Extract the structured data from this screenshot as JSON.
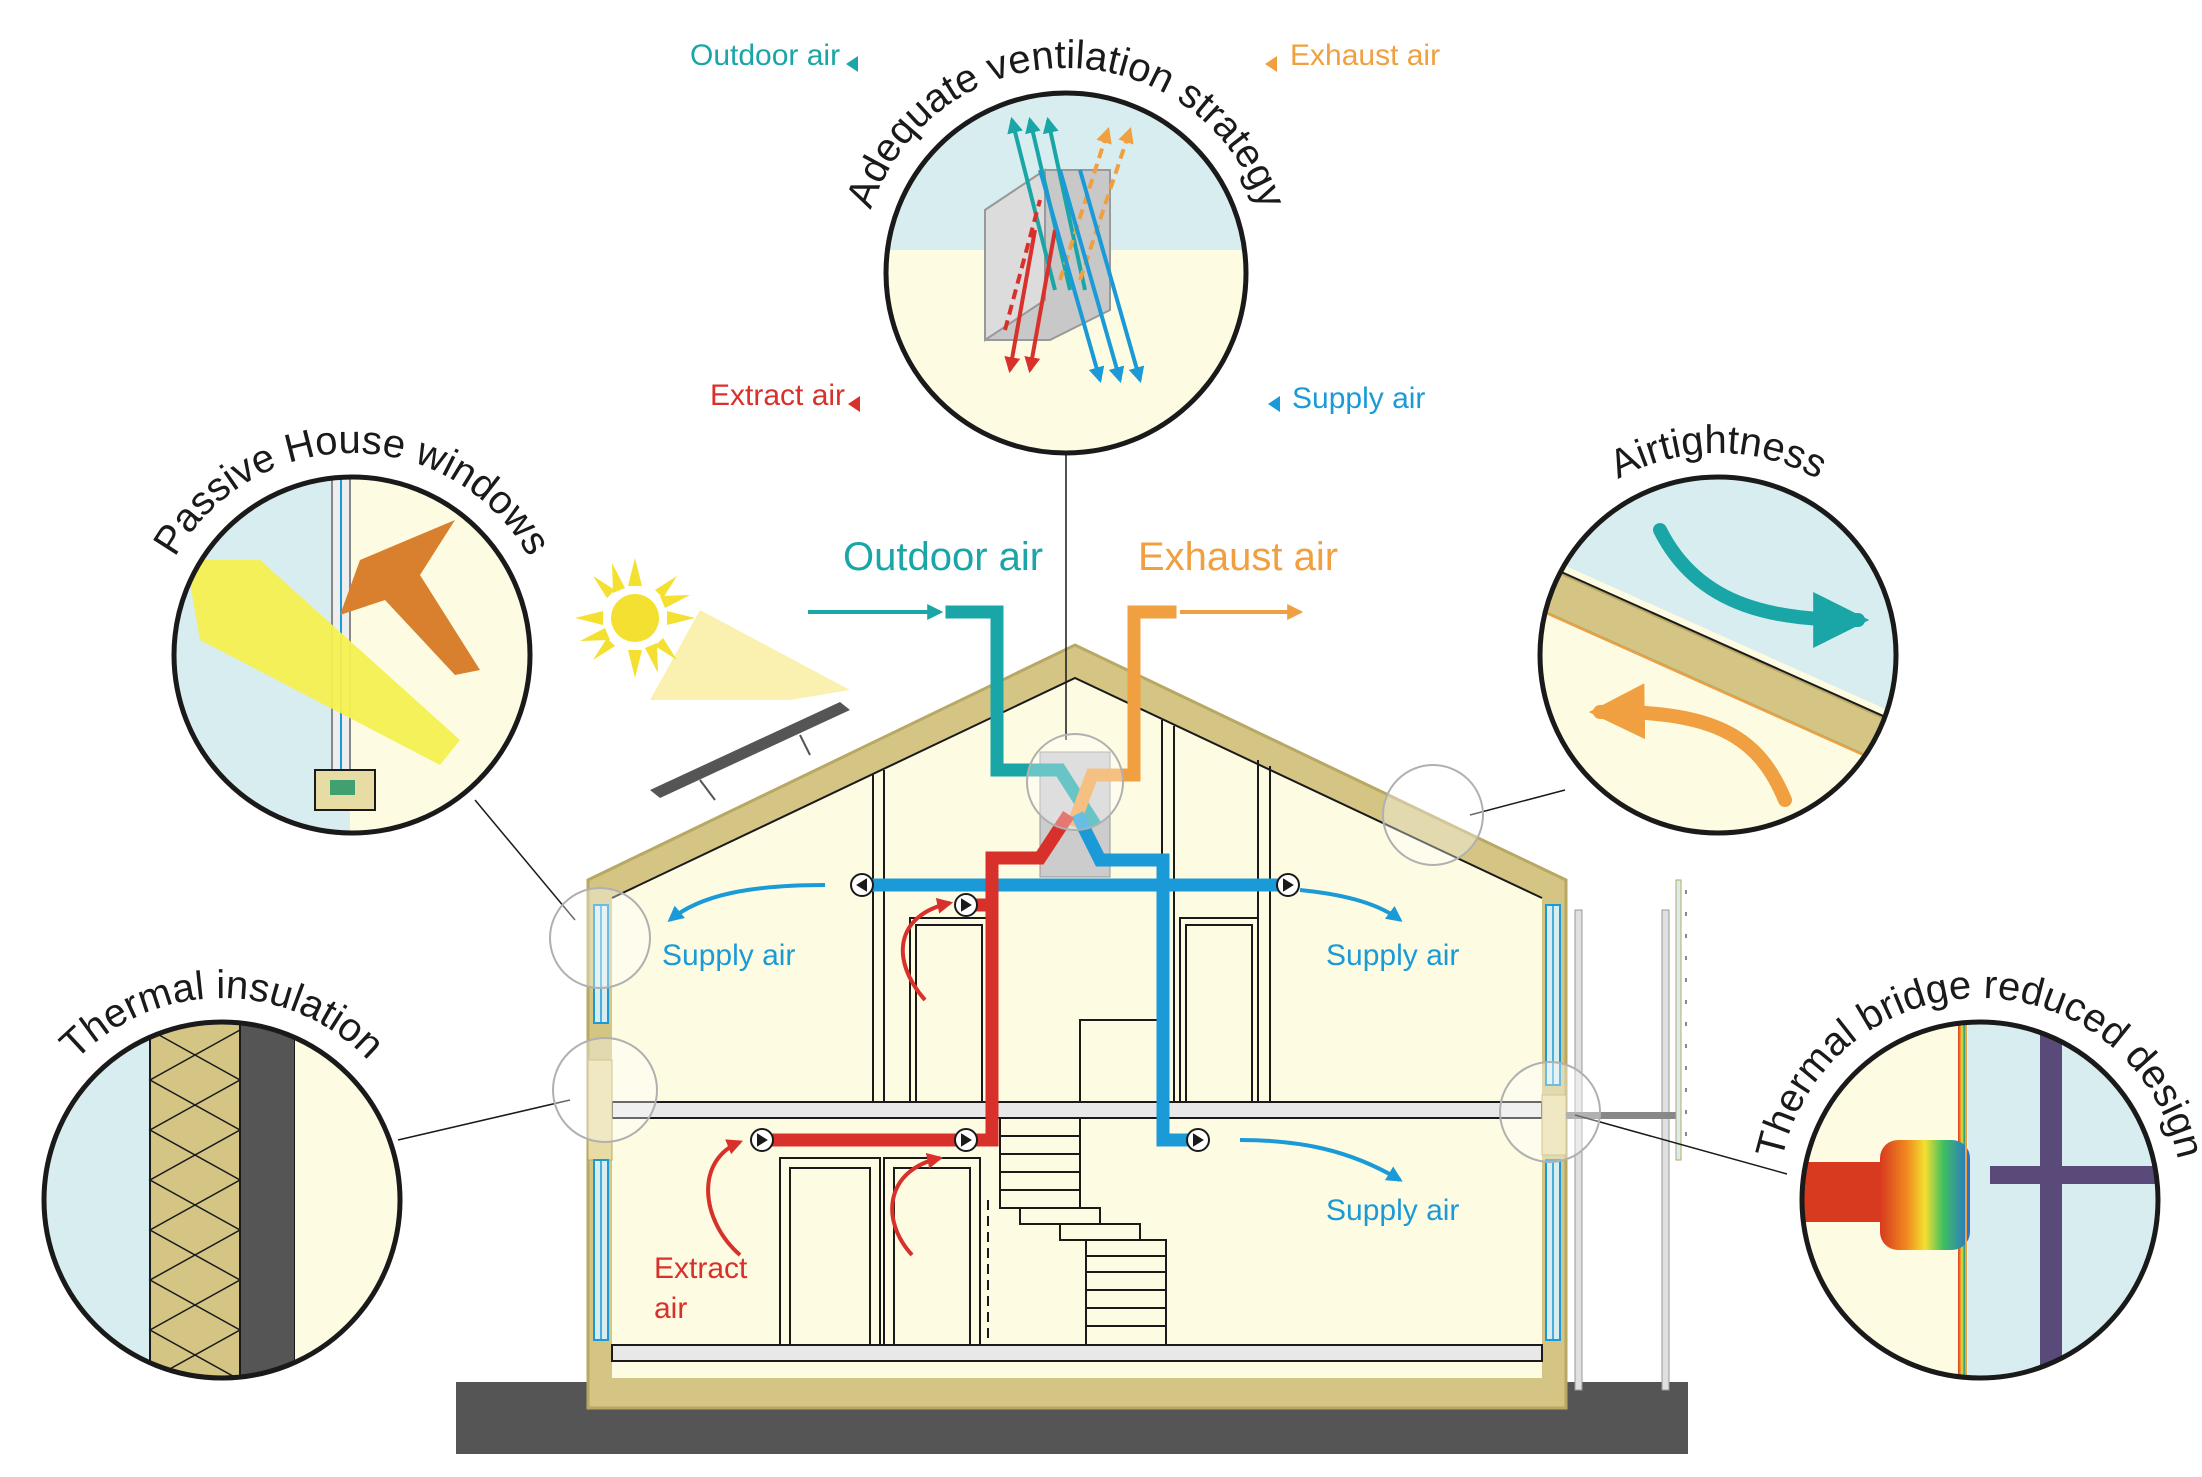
{
  "colors": {
    "outdoor": "#1aa6a6",
    "exhaust": "#f0a040",
    "supply": "#1a9ad6",
    "extract": "#d8302a",
    "wall": "#d4c585",
    "wall_edge": "#b8a863",
    "interior": "#fdfbe2",
    "sky": "#d8edef",
    "ground": "#555555",
    "outline": "#1a1a1a"
  },
  "icons": {
    "sun": "sun-icon",
    "solar_panel": "solar-panel-icon",
    "heat_exchanger": "heat-exchanger-icon",
    "fan": "fan-icon",
    "staircase": "staircase-icon"
  },
  "rings": {
    "ventilation": {
      "title": "Adequate ventilation strategy",
      "outdoor": "Outdoor air",
      "exhaust": "Exhaust air",
      "extract": "Extract air",
      "supply": "Supply air"
    },
    "windows": {
      "title": "Passive House windows"
    },
    "airtightness": {
      "title": "Airtightness"
    },
    "insulation": {
      "title": "Thermal insulation"
    },
    "thermal_bridge": {
      "title": "Thermal bridge reduced design"
    }
  },
  "house": {
    "outdoor_air": "Outdoor air",
    "exhaust_air": "Exhaust air",
    "supply_upper_left": "Supply air",
    "supply_upper_right": "Supply air",
    "supply_lower_right": "Supply air",
    "extract_line1": "Extract",
    "extract_line2": "air"
  }
}
